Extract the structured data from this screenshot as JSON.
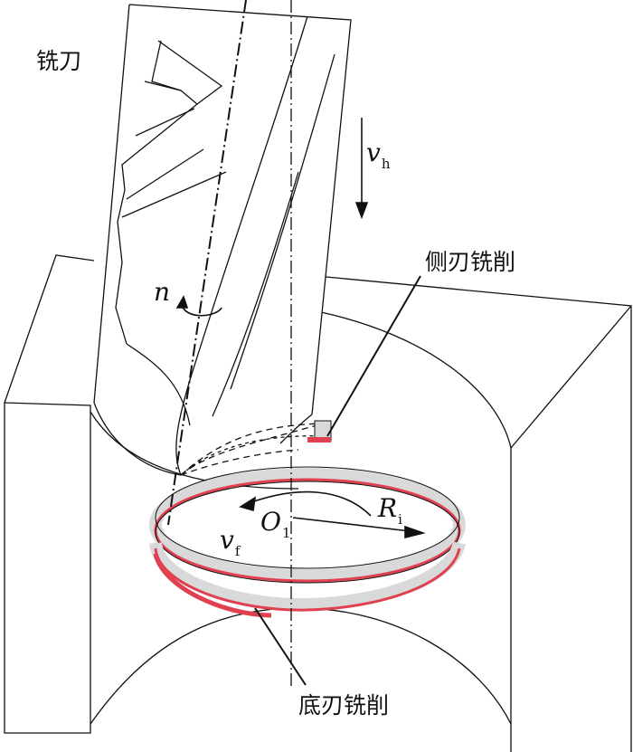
{
  "labels": {
    "tool": "铣刀",
    "side_milling": "侧刃铣削",
    "bottom_milling": "底刃铣削",
    "vh": {
      "main": "v",
      "sub": "h"
    },
    "n": "n",
    "ri": {
      "main": "R",
      "sub": "i"
    },
    "o1": {
      "main": "O",
      "sub": "1"
    },
    "vf": {
      "main": "v",
      "sub": "f"
    }
  },
  "colors": {
    "cut_highlight": "#e0404f",
    "band": "#d9d9d9",
    "line": "#111111"
  }
}
